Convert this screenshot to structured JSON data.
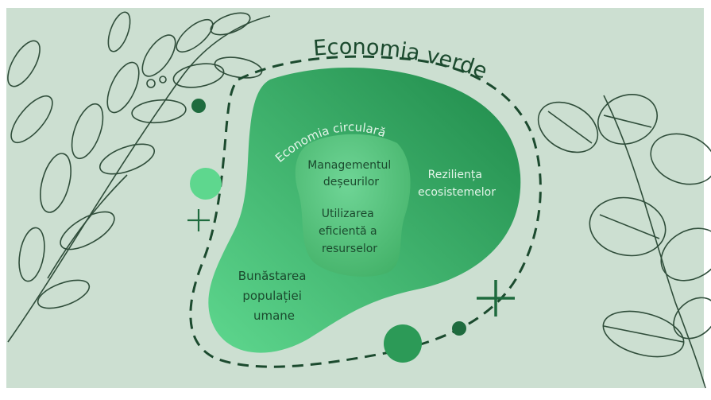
{
  "title": "Economia verde",
  "inner_title": "Economia circulară",
  "labels": {
    "waste_management": [
      "Managementul",
      "deșeurilor"
    ],
    "resource_efficiency": [
      "Utilizarea",
      "eficientă a",
      "resurselor"
    ],
    "ecosystem_resilience": [
      "Reziliența",
      "ecosistemelor"
    ],
    "human_wellbeing": [
      "Bunăstarea",
      "populației",
      "umane"
    ]
  },
  "colors": {
    "background": "#ccdfd1",
    "outer_blob_light": "#5ed78e",
    "outer_blob_dark": "#1f8a4a",
    "inner_blob": "#3fae64",
    "dark_green": "#1e6b3e",
    "text_dark": "#1b4a2e",
    "text_light": "#e3f5e9",
    "line_art": "#2f4d3a"
  },
  "decorations": [
    "leaf-branch-left",
    "eucalyptus-branch-right",
    "plus-icon",
    "dots"
  ]
}
